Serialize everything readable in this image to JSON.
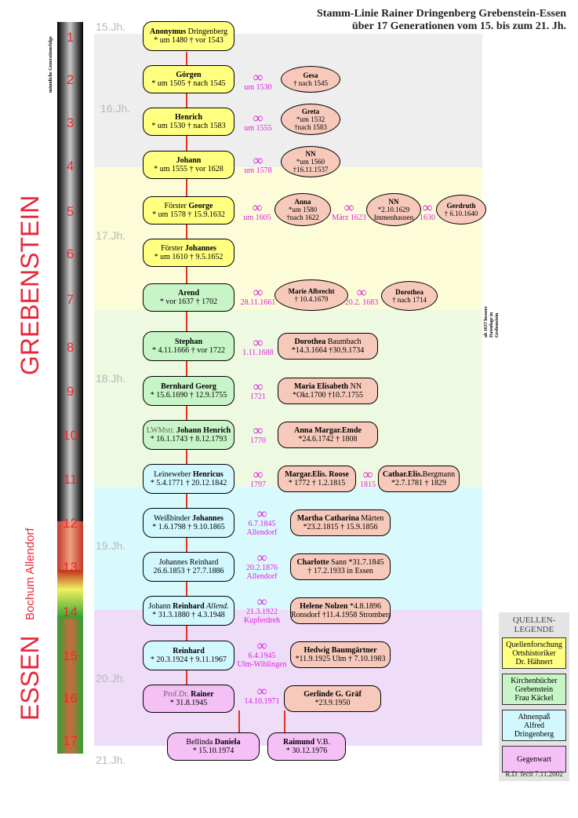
{
  "title": [
    "Stamm-Linie Rainer Dringenberg Grebenstein-Essen",
    "über 17 Generationen vom 15. bis zum 21. Jh."
  ],
  "centuries": [
    "15.Jh.",
    "16.Jh.",
    "17.Jh.",
    "18.Jh.",
    "19.Jh.",
    "20.Jh.",
    "21.Jh."
  ],
  "generation_numbers": [
    "1",
    "2",
    "3",
    "4",
    "5",
    "6",
    "7",
    "8",
    "9",
    "10",
    "11",
    "12",
    "13",
    "14",
    "15",
    "16",
    "17"
  ],
  "bar_label": "männliche Generationsfolge",
  "place_labels": {
    "grebenstein": "GREBENSTEIN",
    "bochum": "Bochum Allendorf",
    "essen": "ESSEN"
  },
  "side_note": [
    "ab 1637 bessere",
    "Datenlage in",
    "Grebenstein"
  ],
  "persons": {
    "g1": [
      "Anonymus",
      " Dringenberg",
      "* um 1480 † vor 1543"
    ],
    "g2": [
      "Görgen",
      "* um 1505 † nach 1545"
    ],
    "g3": [
      "Henrich",
      "* um 1530 † nach 1583"
    ],
    "g4": [
      "Johann",
      "* um 1555 † vor 1628"
    ],
    "g5": [
      "Förster ",
      "George",
      "* um 1578 † 15.9.1632"
    ],
    "g6": [
      "Förster ",
      "Johannes",
      "* um 1610 † 9.5.1652"
    ],
    "g7": [
      "Arend",
      "* vor 1637 † 1702"
    ],
    "g8": [
      "Stephan",
      "* 4.11.1666 † vor 1722"
    ],
    "g9": [
      "Bernhard Georg",
      "* 15.6.1690 † 12.9.1755"
    ],
    "g10": [
      "LWMstr. ",
      "Johann Henrich",
      "* 16.1.1743 † 8.12.1793"
    ],
    "g11": [
      "Leineweber ",
      "Henricus",
      "* 5.4.1771 † 20.12.1842"
    ],
    "g12": [
      "Weißbinder ",
      "Johannes",
      "* 1.6.1798 † 9.10.1865"
    ],
    "g13": [
      "Johannes Reinhard",
      "26.6.1853 † 27.7.1886"
    ],
    "g14": [
      "Johann ",
      "Reinhard",
      " Allend.",
      "* 31.3.1880 † 4.3.1948"
    ],
    "g15": [
      "Reinhard",
      "* 20.3.1924 † 9.11.1967"
    ],
    "g16": [
      "Prof.Dr. ",
      "Rainer",
      "* 31.8.1945"
    ],
    "g17a": [
      "Bellinda ",
      "Daniela",
      "* 15.10.1974"
    ],
    "g17b": [
      "Raimund",
      " V.B.",
      "* 30.12.1976"
    ]
  },
  "spouses": {
    "s2": [
      "Gesa",
      "† nach 1545"
    ],
    "s3": [
      "Greta",
      "*um 1532",
      "†nach 1583"
    ],
    "s4": [
      "NN",
      "*um 1560",
      "†16.11.1537"
    ],
    "s5a": [
      "Anna",
      "*um 1580",
      "†nach 1622"
    ],
    "s5b": [
      "NN",
      "*2.10.1629",
      "Immenhausen"
    ],
    "s5c": [
      "Gerdruth",
      "† 6.10.1640"
    ],
    "s7a": [
      "Marie Albrecht",
      "† 10.4.1679"
    ],
    "s7b": [
      "Dorothea",
      "† nach 1714"
    ],
    "s8": [
      "Dorothea",
      " Baumbach",
      "*14.3.1664 †30.9.1734"
    ],
    "s9": [
      "Maria Elisabeth",
      " NN",
      "*Okt.1700 †10.7.1755"
    ],
    "s10": [
      "Anna Margar.Emde",
      "*24.6.1742 † 1808"
    ],
    "s11a": [
      "Margar.Elis. Roose",
      "* 1772 † 1.2.1815"
    ],
    "s11b": [
      "Cathar.Elis.",
      "Bergmann",
      "*2.7.1781 † 1829"
    ],
    "s12": [
      "Martha Catharina",
      " Märten",
      "*23.2.1815 † 15.9.1856"
    ],
    "s13": [
      "Charlotte",
      " Sann *31.7.1845",
      "† 17.2.1933 in Essen"
    ],
    "s14": [
      "Helene Nolzen",
      " *4.8.1896",
      "Ronsdorf †11.4.1958 Stromberg"
    ],
    "s15": [
      "Hedwig Baumgärtner",
      "*11.9.1925 Ulm † 7.10.1983"
    ],
    "s16": [
      "Gerlinde G. Gräf",
      "*23.9.1950"
    ]
  },
  "marriages": {
    "symbol": "∞",
    "m2": [
      "um 1530"
    ],
    "m3": [
      "um 1555"
    ],
    "m4": [
      "um 1578"
    ],
    "m5a": [
      "um 1605"
    ],
    "m5b": [
      "März 1623"
    ],
    "m5c": [
      "1630"
    ],
    "m7a": [
      "28.11.1661"
    ],
    "m7b": [
      "20.2. 1683"
    ],
    "m8": [
      "1.11.1688"
    ],
    "m9": [
      "1721"
    ],
    "m10": [
      "1770"
    ],
    "m11a": [
      "1797"
    ],
    "m11b": [
      "1815"
    ],
    "m12": [
      "6.7.1845",
      "Allendorf"
    ],
    "m13": [
      "20.2.1876",
      "Allendorf"
    ],
    "m14": [
      "21.3.1922",
      "Kupferdreh"
    ],
    "m15": [
      "6.4.1945",
      "Ulm-Wiblingen"
    ],
    "m16": [
      "14.10.1971"
    ]
  },
  "legend": {
    "title": [
      "QUELLEN-",
      "LEGENDE"
    ],
    "items": [
      {
        "lines": [
          "Quellenforschung",
          "Ortshistoriker",
          "Dr. Hähnert"
        ],
        "color": "#ffff80"
      },
      {
        "lines": [
          "Kirchenbücher",
          "Grebenstein",
          "Frau Käckel"
        ],
        "color": "#c8f5c8"
      },
      {
        "lines": [
          "Ahnenpaß",
          "Alfred",
          "Dringenberg"
        ],
        "color": "#d2f8ff"
      },
      {
        "lines": [
          "Gegenwart"
        ],
        "color": "#f5c0f5"
      }
    ],
    "signature": "R.D. fecit 7.11.2002"
  },
  "colors": {
    "band15_16": "#eeeeee",
    "band17": "#fcfcd8",
    "band18": "#eef9e2",
    "band19": "#d8fafd",
    "band20": "#eedcf8",
    "line": "#e83020",
    "marriage": "#e020e0",
    "place": "#e8283a"
  }
}
